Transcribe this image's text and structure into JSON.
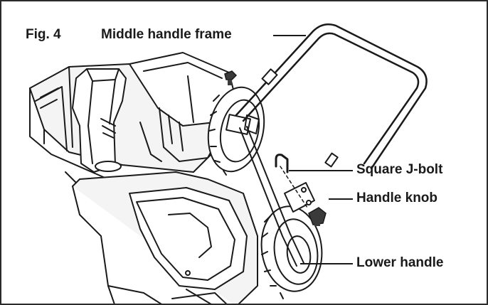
{
  "figure": {
    "number": "Fig. 4",
    "title": "Middle handle frame"
  },
  "callouts": [
    {
      "id": "square-j-bolt",
      "text": "Square J-bolt"
    },
    {
      "id": "handle-knob",
      "text": "Handle knob"
    },
    {
      "id": "lower-handle",
      "text": "Lower handle"
    }
  ],
  "colors": {
    "outline": "#1a1a1a",
    "body_fill": "#f4f4f4",
    "knob_fill": "#3a3a3a",
    "background": "#ffffff"
  }
}
